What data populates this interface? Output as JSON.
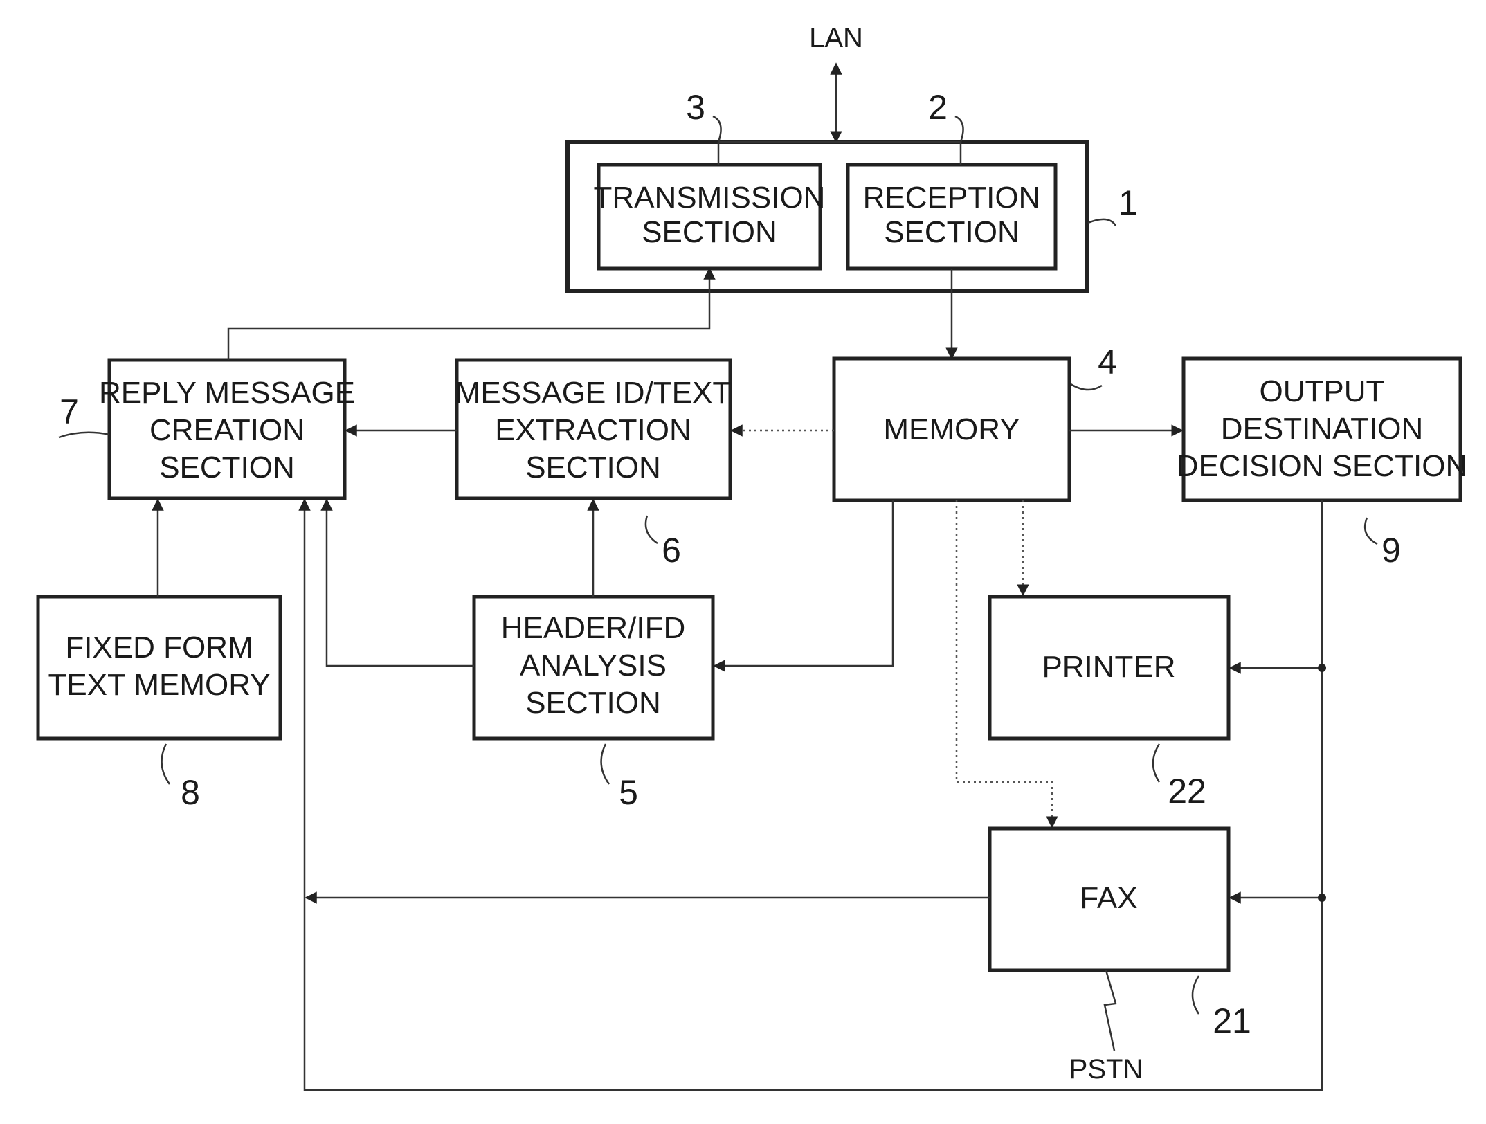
{
  "diagram": {
    "external": {
      "lan": "LAN",
      "pstn": "PSTN"
    },
    "blocks": {
      "transmission": {
        "line1": "TRANSMISSION",
        "line2": "SECTION",
        "ref": "3"
      },
      "reception": {
        "line1": "RECEPTION",
        "line2": "SECTION",
        "ref": "2"
      },
      "network_unit": {
        "ref": "1"
      },
      "memory": {
        "line1": "MEMORY",
        "ref": "4"
      },
      "reply": {
        "line1": "REPLY MESSAGE",
        "line2": "CREATION",
        "line3": "SECTION",
        "ref": "7"
      },
      "extraction": {
        "line1": "MESSAGE ID/TEXT",
        "line2": "EXTRACTION",
        "line3": "SECTION",
        "ref": "6"
      },
      "output_decision": {
        "line1": "OUTPUT",
        "line2": "DESTINATION",
        "line3": "DECISION SECTION",
        "ref": "9"
      },
      "fixed_form": {
        "line1": "FIXED FORM",
        "line2": "TEXT MEMORY",
        "ref": "8"
      },
      "header_analysis": {
        "line1": "HEADER/IFD",
        "line2": "ANALYSIS",
        "line3": "SECTION",
        "ref": "5"
      },
      "printer": {
        "line1": "PRINTER",
        "ref": "22"
      },
      "fax": {
        "line1": "FAX",
        "ref": "21"
      }
    }
  }
}
